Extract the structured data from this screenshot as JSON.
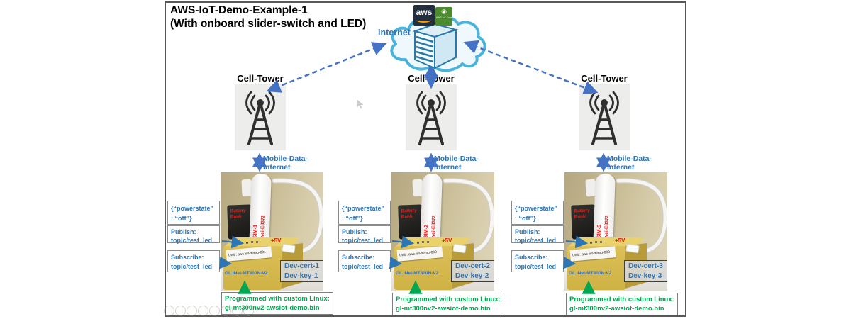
{
  "title": {
    "line1": "AWS-IoT-Demo-Example-1",
    "line2": "(With onboard slider-switch and LED)"
  },
  "cloud": {
    "internet_label": "Internet",
    "aws_logo_text": "aws",
    "iot_core_glyph": "◉",
    "iot_core_text": "AWS IoT Core"
  },
  "shared": {
    "cell_tower_label": "Cell-Tower",
    "mobile_link_label": "Mobile-Data-Internet",
    "powerstate_line1": "{“powerstate”",
    "powerstate_line2": ": “off”}",
    "publish_line1": "Publish:",
    "publish_line2": "topic/test_led",
    "subscribe_line1": "Subscribe:",
    "subscribe_line2": "topic/test_led",
    "programmed_line1": "Programmed with custom Linux:",
    "programmed_line2": "gl-mt300nv2-awsiot-demo.bin",
    "battery_line1": "Battery",
    "battery_line2": "Bank",
    "power_label": "+5V",
    "router_model": "GL.iNet-MT300N-V2",
    "modem_model": "Huawei-E8372"
  },
  "devices": [
    {
      "sim": "SIM-1",
      "unit": "Unit : aws-iot-demo-001",
      "cert": "Dev-cert-1",
      "key": "Dev-key-1"
    },
    {
      "sim": "SIM-2",
      "unit": "Unit : aws-iot-demo-002",
      "cert": "Dev-cert-2",
      "key": "Dev-key-2"
    },
    {
      "sim": "SIM-3",
      "unit": "Unit : aws-iot-demo-003",
      "cert": "Dev-cert-3",
      "key": "Dev-key-3"
    }
  ],
  "colors": {
    "label_blue": "#2e75b6",
    "arrow_blue": "#4472c4",
    "green": "#00a651",
    "red": "#e01515",
    "cloud_blue": "#4ab3dc",
    "router_yellow": "#d5b84b"
  }
}
